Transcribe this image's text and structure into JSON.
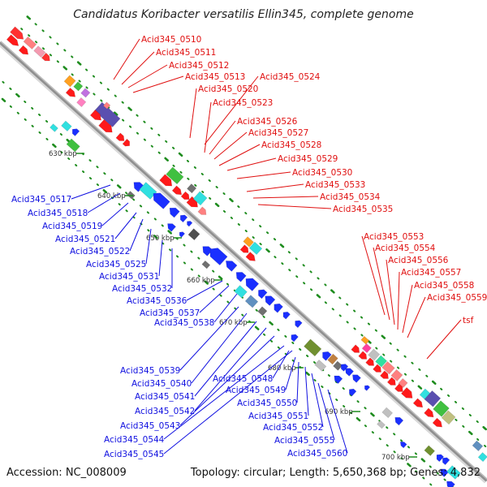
{
  "title": "Candidatus Koribacter versatilis Ellin345, complete genome",
  "accession": "Accession: NC_008009",
  "topology": "Topology: circular; Length: 5,650,368 bp; Genes: 4,832",
  "colors": {
    "forward_label": "#e01010",
    "reverse_label": "#1010e0",
    "backbone": "#909090",
    "gc_tick": "#1e8c1e"
  },
  "kbp_marks": [
    "630 kbp",
    "640 kbp",
    "650 kbp",
    "660 kbp",
    "670 kbp",
    "680 kbp",
    "690 kbp",
    "700 kbp"
  ],
  "forward_labels": [
    "Acid345_0510",
    "Acid345_0511",
    "Acid345_0512",
    "Acid345_0513",
    "Acid345_0520",
    "Acid345_0524",
    "Acid345_0523",
    "Acid345_0526",
    "Acid345_0527",
    "Acid345_0528",
    "Acid345_0529",
    "Acid345_0530",
    "Acid345_0533",
    "Acid345_0534",
    "Acid345_0535",
    "Acid345_0553",
    "Acid345_0554",
    "Acid345_0556",
    "Acid345_0557",
    "Acid345_0558",
    "Acid345_0559",
    "tsf"
  ],
  "reverse_labels": [
    "Acid345_0517",
    "Acid345_0518",
    "Acid345_0519",
    "Acid345_0521",
    "Acid345_0522",
    "Acid345_0525",
    "Acid345_0531",
    "Acid345_0532",
    "Acid345_0536",
    "Acid345_0537",
    "Acid345_0538",
    "Acid345_0539",
    "Acid345_0540",
    "Acid345_0541",
    "Acid345_0542",
    "Acid345_0543",
    "Acid345_0544",
    "Acid345_0545",
    "Acid345_0548",
    "Acid345_0549",
    "Acid345_0550",
    "Acid345_0551",
    "Acid345_0552",
    "Acid345_0555",
    "Acid345_0560"
  ]
}
